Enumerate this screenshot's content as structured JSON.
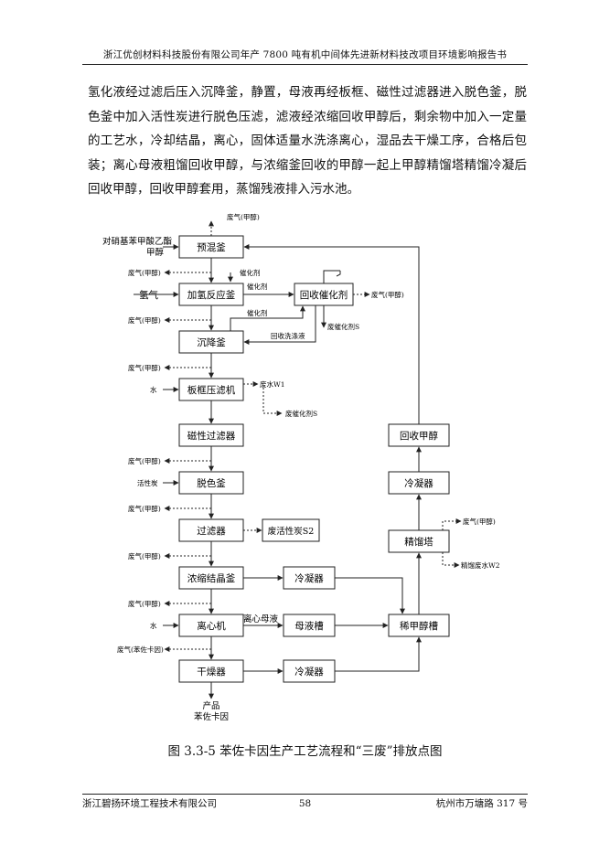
{
  "header": {
    "title": "浙江优创材料科技股份有限公司年产 7800 吨有机中间体先进新材料技改项目环境影响报告书"
  },
  "paragraph": "氢化液经过滤后压入沉降釜，静置，母液再经板框、磁性过滤器进入脱色釜，脱色釜中加入活性炭进行脱色压滤，滤液经浓缩回收甲醇后，剩余物中加入一定量的工艺水，冷却结晶，离心，固体适量水洗涤离心，湿品去干燥工序，合格后包装；离心母液粗馏回收甲醇，与浓缩釜回收的甲醇一起上甲醇精馏塔精馏冷凝后回收甲醇，回收甲醇套用，蒸馏残液排入污水池。",
  "flow": {
    "boxes": {
      "premix": "预混釜",
      "hydro": "加氢反应釜",
      "recover_cat": "回收催化剂",
      "settle": "沉降釜",
      "plate": "板框压滤机",
      "magnetic": "磁性过滤器",
      "decolor": "脱色釜",
      "filter": "过滤器",
      "concentrate": "浓缩结晶釜",
      "centrifuge": "离心机",
      "dryer": "干燥器",
      "cond1": "冷凝器",
      "mother": "母液槽",
      "cond2": "冷凝器",
      "dilute": "稀甲醇槽",
      "tower": "精馏塔",
      "cond3": "冷凝器",
      "recover_meth": "回收甲醇",
      "waste_carbon": "废活性炭S2"
    },
    "labels": {
      "top_gas": "废气(甲醇)",
      "input1": "对硝基苯甲酸乙酯",
      "input2": "甲醇",
      "gas_hydro": "废气(甲醇)",
      "catalyst1": "催化剂",
      "catalyst2": "催化剂",
      "hydrogen": "氢气",
      "gas_cat": "废气(甲醇)",
      "gas_settle": "废气(甲醇)",
      "catalyst3": "催化剂",
      "waste_cat1": "废催化剂S",
      "wash": "回收洗涤液",
      "gas_plate": "废气(甲醇)",
      "water1": "水",
      "wastewater1": "废水W1",
      "waste_cat2": "废催化剂S",
      "gas_decolor": "废气(甲醇)",
      "carbon": "活性炭",
      "gas_filter": "废气(甲醇)",
      "gas_conc": "废气(甲醇)",
      "gas_cent": "废气(甲醇)",
      "water2": "水",
      "mother_liquor": "离心母液",
      "gas_dry": "废气(苯佐卡因)",
      "gas_tower": "废气(甲醇)",
      "wastewater2": "精馏废水W2",
      "product1": "产品",
      "product2": "苯佐卡因"
    }
  },
  "caption": "图 3.3-5 苯佐卡因生产工艺流程和“三废”排放点图",
  "footer": {
    "left": "浙江碧扬环境工程技术有限公司",
    "center": "58",
    "right": "杭州市万塘路 317 号"
  }
}
